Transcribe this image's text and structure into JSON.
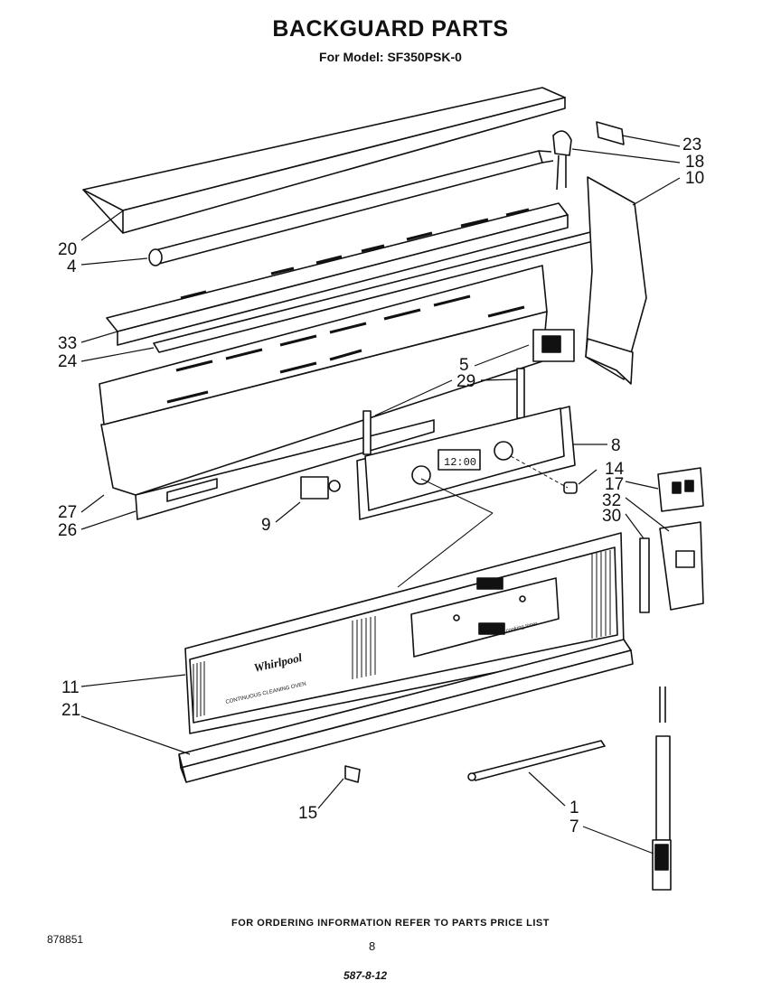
{
  "title": "BACKGUARD PARTS",
  "subtitle": "For Model: SF350PSK-0",
  "callouts": {
    "p1": "1",
    "p4": "4",
    "p5": "5",
    "p7": "7",
    "p8": "8",
    "p9": "9",
    "p10": "10",
    "p11": "11",
    "p14": "14",
    "p15": "15",
    "p17": "17",
    "p18": "18",
    "p20": "20",
    "p21": "21",
    "p23": "23",
    "p24": "24",
    "p26": "26",
    "p27": "27",
    "p29": "29",
    "p30": "30",
    "p32": "32",
    "p33": "33"
  },
  "panel_text": {
    "clock": "12:00",
    "brand": "Whirlpool",
    "feature": "CONTINUOUS CLEANING OVEN",
    "cooking_timer": "cooking timer"
  },
  "footer": "FOR ORDERING INFORMATION REFER TO PARTS PRICE LIST",
  "doc_number": "878851",
  "page_number": "8",
  "stamp": "587-8-12"
}
